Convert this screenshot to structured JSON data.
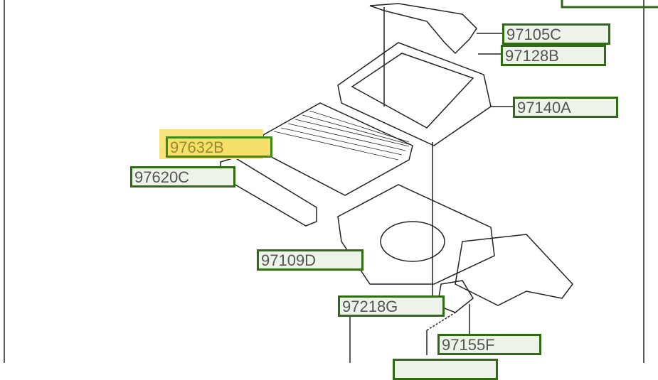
{
  "diagram": {
    "title": "Blower unit parts diagram",
    "highlighted_part": "97632B",
    "parts": [
      {
        "id": "p1",
        "label": "97105C"
      },
      {
        "id": "p2",
        "label": "97128B"
      },
      {
        "id": "p3",
        "label": "97140A"
      },
      {
        "id": "p4",
        "label": "97632B"
      },
      {
        "id": "p5",
        "label": "97620C"
      },
      {
        "id": "p6",
        "label": "97109D"
      },
      {
        "id": "p7",
        "label": "97218G"
      },
      {
        "id": "p8",
        "label": "97155F"
      }
    ],
    "colors": {
      "label_border": "#2e6b12",
      "highlight": "#f7e27c"
    }
  }
}
